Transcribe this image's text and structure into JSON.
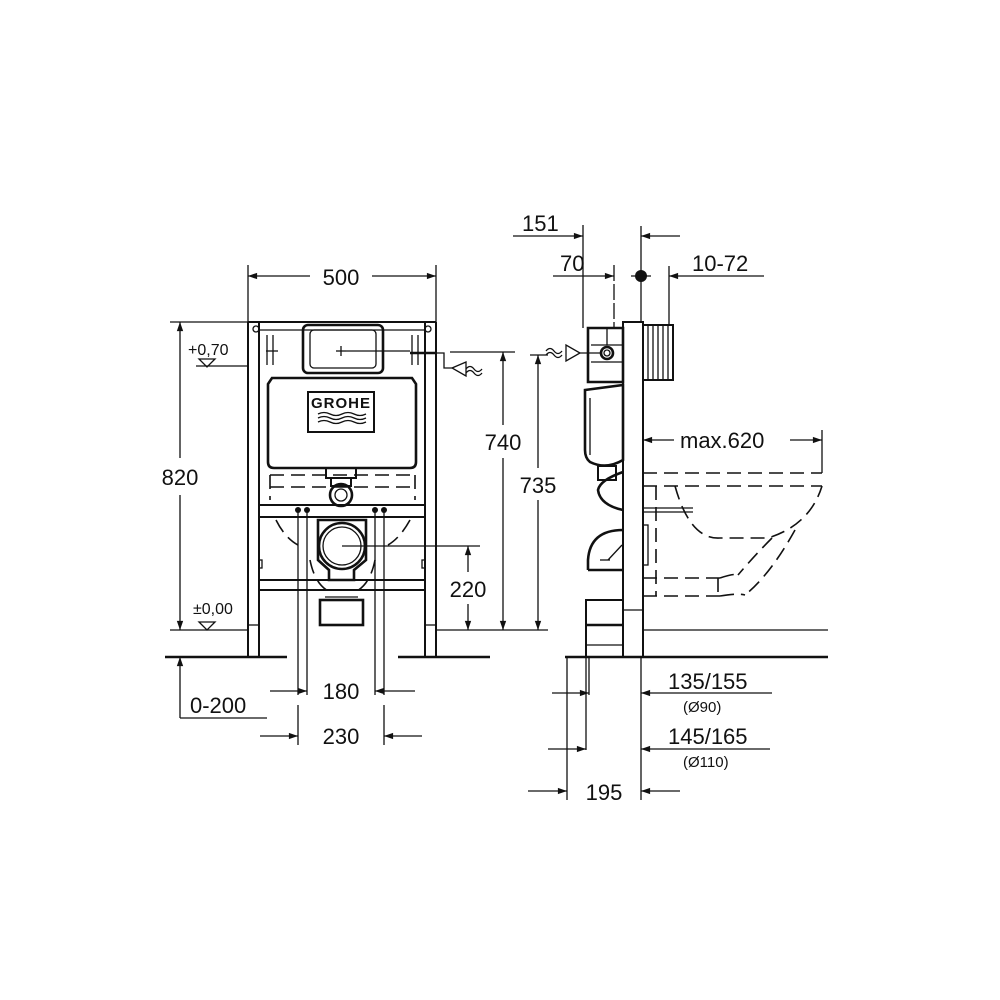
{
  "drawing": {
    "front_view": {
      "logo": "GROHE",
      "width_dim": "500",
      "height_dim": "820",
      "level_top": "+0,70",
      "level_bottom": "±0,00",
      "floor_adjust": "0-200",
      "inner_dim_1": "180",
      "inner_dim_2": "230",
      "outlet_height": "220",
      "flush_height_1": "740",
      "flush_height_2": "735"
    },
    "side_view": {
      "dim_top_1": "151",
      "dim_top_2": "70",
      "dim_top_3": "10-72",
      "bowl_projection": "max.620",
      "pipe_dim_1": "135/155",
      "pipe_dim_1_sub": "(Ø90)",
      "pipe_dim_2": "145/165",
      "pipe_dim_2_sub": "(Ø110)",
      "depth_dim": "195"
    }
  }
}
